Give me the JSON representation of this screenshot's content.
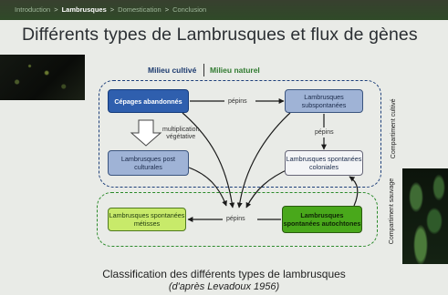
{
  "breadcrumb": {
    "items": [
      "Introduction",
      "Lambrusques",
      "Domestication",
      "Conclusion"
    ],
    "separator": ">",
    "current": "Lambrusques"
  },
  "title": "Différents types de Lambrusques et flux de gènes",
  "legend": {
    "cultivated": "Milieu cultivé",
    "natural": "Milieu naturel"
  },
  "zones": {
    "cultivated": "Compartiment cultivé",
    "wild": "Compartiment sauvage"
  },
  "boxes": {
    "abandoned": "Cépages abandonnés",
    "subspontaneous": "Lambrusques subspontanées",
    "post_cultural": "Lambrusques post culturales",
    "colonial": "Lambrusques spontanées coloniales",
    "hybrid": "Lambrusques spontanées métisses",
    "native": "Lambrusques spontanées autochtones"
  },
  "labels": {
    "seeds_top": "pépins",
    "seeds_mid": "pépins",
    "seeds_bottom": "pépins",
    "propagation_line1": "multiplication",
    "propagation_line2": "végétative"
  },
  "caption": {
    "line1": "Classification des différents types de lambrusques",
    "line2": "(d'après Levadoux 1956)"
  },
  "colors": {
    "cultivated_zone": "#1d3f7a",
    "wild_zone": "#2a8a2a",
    "abandoned_box": "#2f5fae",
    "native_box": "#49a81b",
    "hybrid_box": "#c8ea6a"
  }
}
